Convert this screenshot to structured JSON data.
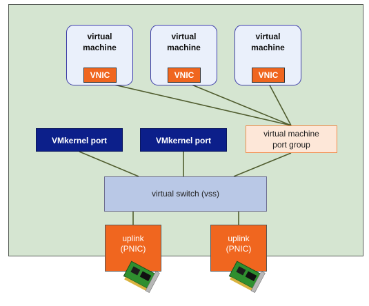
{
  "vms": [
    {
      "label": "virtual\nmachine",
      "vnic": "VNIC"
    },
    {
      "label": "virtual\nmachine",
      "vnic": "VNIC"
    },
    {
      "label": "virtual\nmachine",
      "vnic": "VNIC"
    }
  ],
  "vmkernel_ports": [
    "VMkernel port",
    "VMkernel port"
  ],
  "port_group": "virtual machine\nport group",
  "vswitch": "virtual switch (vss)",
  "uplinks": [
    "uplink\n(PNIC)",
    "uplink\n(PNIC)"
  ],
  "icons": {
    "nic": "network-card-icon"
  },
  "colors": {
    "host_bg": "#d5e5d1",
    "vm_bg": "#eaf0fb",
    "vm_border": "#3a3aa8",
    "orange": "#f0661f",
    "vmkernel": "#0c1f8a",
    "port_group_bg": "#fde7d8",
    "vswitch_bg": "#b9c8e6",
    "line": "#4f5c2e"
  }
}
